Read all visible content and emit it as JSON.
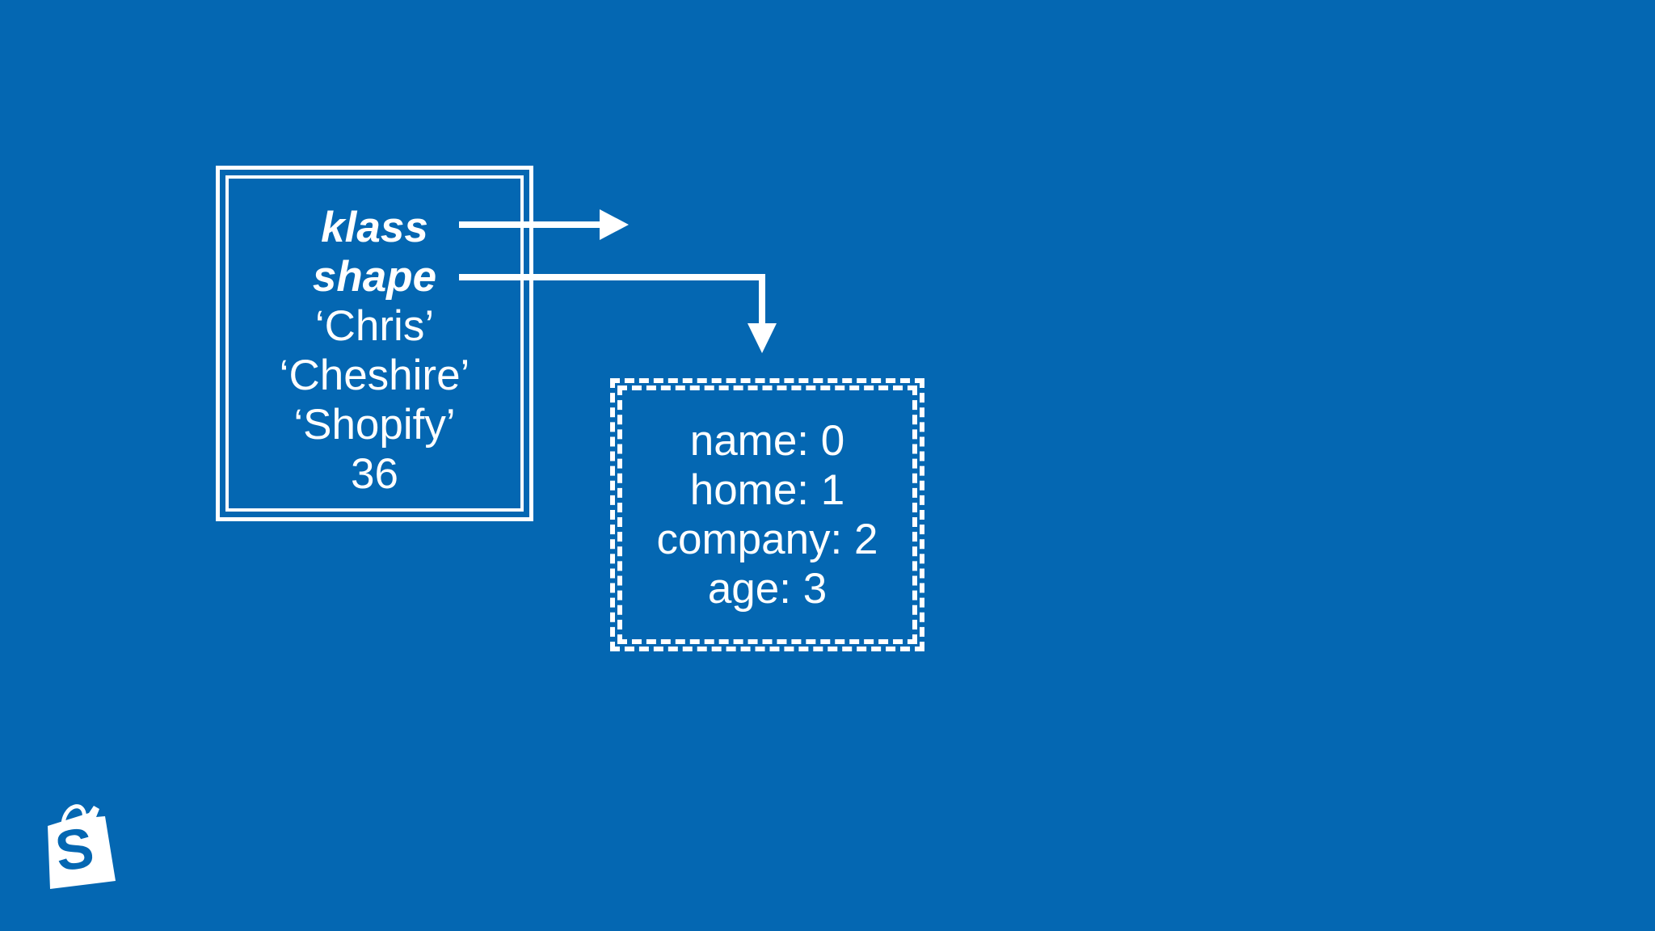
{
  "colors": {
    "background": "#0467B2",
    "foreground": "#FFFFFF"
  },
  "object_box": {
    "fields": [
      {
        "text": "klass",
        "emphasis": true
      },
      {
        "text": "shape",
        "emphasis": true
      },
      {
        "text": "‘Chris’",
        "emphasis": false
      },
      {
        "text": "‘Cheshire’",
        "emphasis": false
      },
      {
        "text": "‘Shopify’",
        "emphasis": false
      },
      {
        "text": "36",
        "emphasis": false
      }
    ]
  },
  "shape_box": {
    "entries": [
      "name: 0",
      "home: 1",
      "company: 2",
      "age: 3"
    ]
  },
  "logo": {
    "letter": "S"
  }
}
